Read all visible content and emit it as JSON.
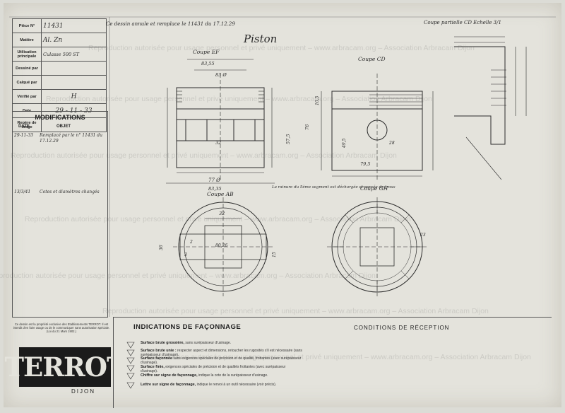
{
  "title_block": {
    "rows": [
      {
        "label": "Pièce N°",
        "value": "11431"
      },
      {
        "label": "Matière",
        "value": "Al. Zn"
      },
      {
        "label": "Utilisation principale",
        "value": "Culasse 500 ST"
      },
      {
        "label": "Dessiné par",
        "value": ""
      },
      {
        "label": "Calqué par",
        "value": ""
      },
      {
        "label": "Vérifié par",
        "value": "H"
      },
      {
        "label": "Date",
        "value": "29 - 11 - 33"
      },
      {
        "label": "Repère de tirage",
        "value": ""
      }
    ]
  },
  "modifications": {
    "title": "MODIFICATIONS",
    "col_date": "DATE",
    "col_objet": "OBJET",
    "entries": [
      {
        "date": "29-11-33",
        "objet": "Remplacé par le n° 11431 du 17.12.29"
      },
      {
        "date": "13/3/41",
        "objet": "Cotes et diamètres changés"
      }
    ]
  },
  "header_note": "Ce dessin annule et remplace le 11431 du 17.12.29",
  "drawing_title": "Piston",
  "section_labels": {
    "coupe_ef": "Coupe EF",
    "coupe_cd": "Coupe CD",
    "coupe_ab": "Coupe AB",
    "coupe_gh": "Coupe GH",
    "coupe_partielle": "Coupe partielle CD  Echelle 3/1"
  },
  "dims": {
    "d77": "77 Ø",
    "d8335": "83,35",
    "d8355": "83,55",
    "d83": "83 Ø",
    "d32": "32",
    "d575": "57,5",
    "d795": "79,5",
    "d495": "49,5",
    "d105": "10,5",
    "d76": "76",
    "d28": "28",
    "d32b": "32",
    "d8026": "80,26",
    "d2": "2",
    "d3": "3",
    "d15": "15",
    "d36": "36",
    "d23": "23"
  },
  "note_rainure": "La rainure du 5ème segment est déchargée et percée de trous",
  "copyright_note": "Ce dessin est la propriété exclusive des Etablissements TERROT. Il est interdit d'en faire usage ou de le communiquer sans autorisation spéciale. (Loi du 21 Mars 1902.)",
  "logo_text": "TERROT",
  "logo_city": "DIJON",
  "indications": {
    "title": "INDICATIONS DE FAÇONNAGE",
    "rows": [
      {
        "title": "Surface brute grossière,",
        "text": "sans surépaisseur d'usinage."
      },
      {
        "title": "Surface brute unie :",
        "text": "respecter aspect et dimensions, retoucher les rugosités s'il est nécessaire (sans surépaisseur d'usinage)."
      },
      {
        "title": "Surface façonnée",
        "text": "sans exigences spéciales de précision et de qualité, frottantes (avec surépaisseur d'usinage)."
      },
      {
        "title": "Surface finie,",
        "text": "exigences spéciales de précision et de qualités frottantes (avec surépaisseur d'usinage)."
      },
      {
        "title": "Chiffre sur signe de façonnage,",
        "text": "indique la cote de la surépaisseur d'usinage."
      },
      {
        "title": "Lettre sur signe de façonnage,",
        "text": "indique le renvoi à un outil nécessaire (voir précis)."
      }
    ]
  },
  "conditions_title": "CONDITIONS DE RÉCEPTION",
  "watermark_text": "Reproduction autorisée pour usage personnel et privé uniquement – www.arbracam.org – Association Arbracam Dijon",
  "colors": {
    "paper": "#e4e3dc",
    "ink": "#2b2b2b",
    "logo_bg": "#1b1b1b"
  }
}
